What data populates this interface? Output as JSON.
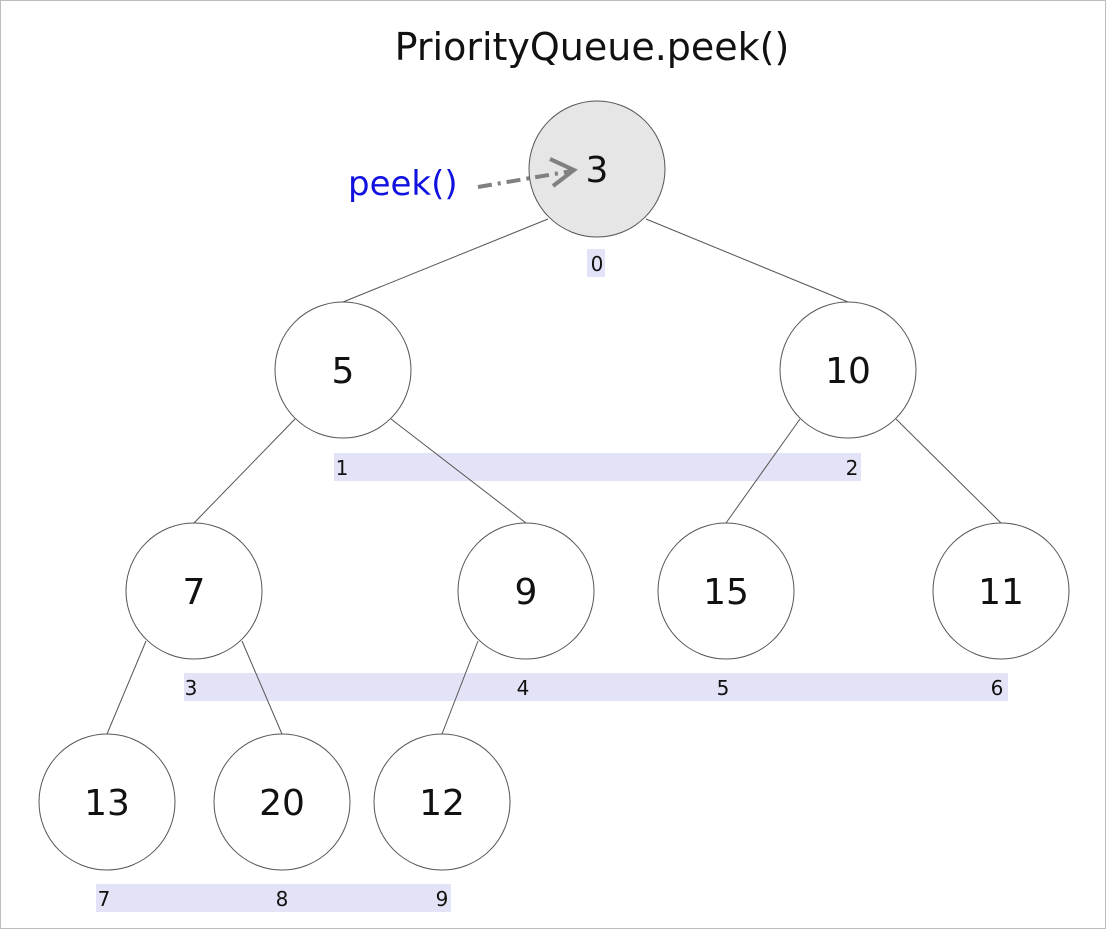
{
  "title": "PriorityQueue.peek()",
  "peek_label": "peek()",
  "colors": {
    "root_fill": "#e6e6e6",
    "index_band": "#e3e3f7",
    "peek_label": "#1212e0",
    "arrow": "#808080"
  },
  "heap": [
    {
      "value": "3",
      "index": "0"
    },
    {
      "value": "5",
      "index": "1"
    },
    {
      "value": "10",
      "index": "2"
    },
    {
      "value": "7",
      "index": "3"
    },
    {
      "value": "9",
      "index": "4"
    },
    {
      "value": "15",
      "index": "5"
    },
    {
      "value": "11",
      "index": "6"
    },
    {
      "value": "13",
      "index": "7"
    },
    {
      "value": "20",
      "index": "8"
    },
    {
      "value": "12",
      "index": "9"
    }
  ]
}
